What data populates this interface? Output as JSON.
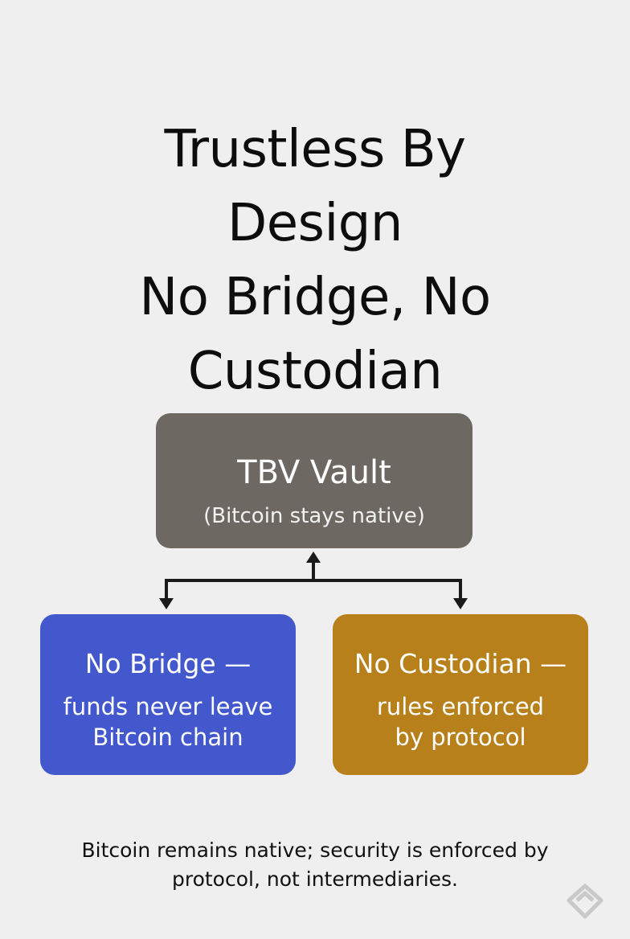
{
  "title": {
    "lines": [
      "Trustless By",
      "Design",
      "No Bridge, No",
      "Custodian"
    ]
  },
  "vault": {
    "name": "TBV Vault",
    "subtitle": "(Bitcoin stays native)"
  },
  "bridge_card": {
    "heading": "No Bridge —",
    "lines": [
      "funds never leave",
      "Bitcoin chain"
    ]
  },
  "custodian_card": {
    "heading": "No Custodian —",
    "lines": [
      "rules enforced",
      "by protocol"
    ]
  },
  "caption": {
    "lines": [
      "Bitcoin remains native; security is enforced by",
      "protocol, not intermediaries."
    ]
  },
  "colors": {
    "background": "#efefef",
    "vault_box": "#6e6863",
    "bridge_box": "#4258cc",
    "custodian_box": "#b7801a",
    "connector": "#1a1a1a"
  },
  "icons": {
    "watermark": "diamond-logo-icon"
  }
}
